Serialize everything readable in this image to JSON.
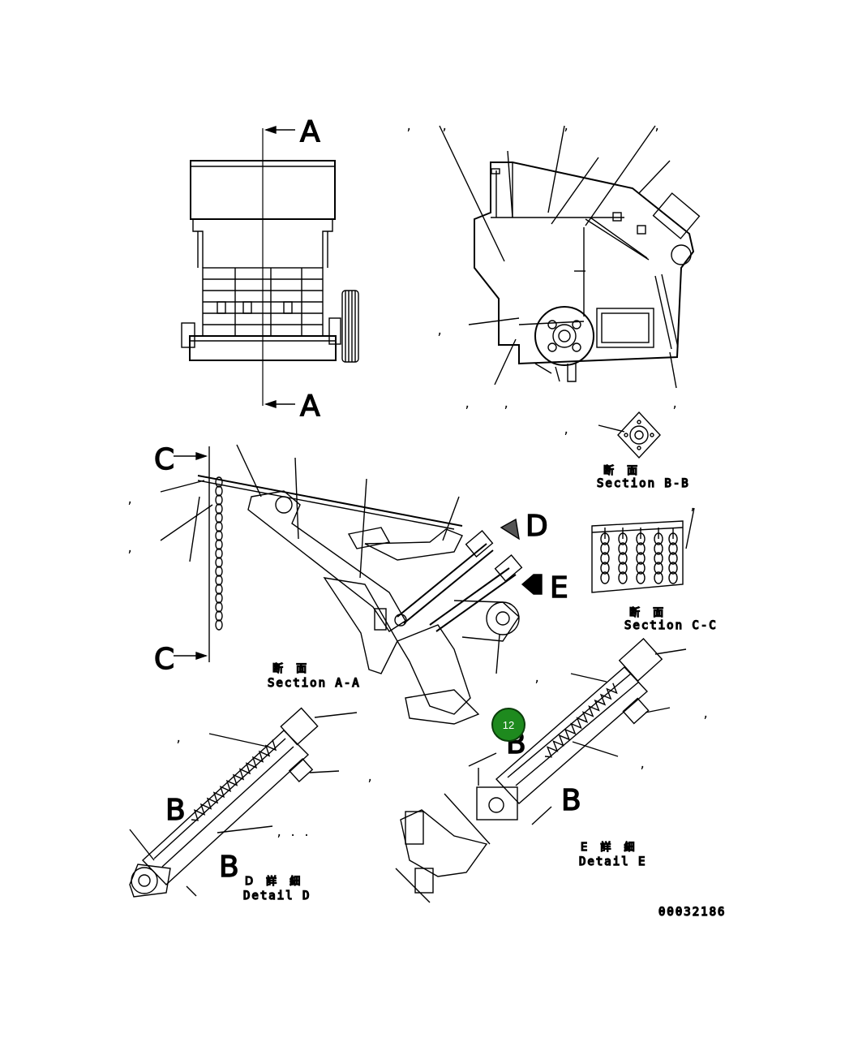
{
  "section_markers": {
    "a_top": "A",
    "a_bottom": "A",
    "c_top": "C",
    "c_bottom": "C",
    "d": "D",
    "e": "E",
    "b_d1": "B",
    "b_d2": "B",
    "b_e1": "B",
    "b_e2": "B"
  },
  "captions": {
    "section_bb_jp": "断 面",
    "section_bb_en": "Section B-B",
    "section_cc_jp": "断 面",
    "section_cc_en": "Section C-C",
    "section_aa_jp": "断 面",
    "section_aa_en": "Section A-A",
    "detail_d_jp": "D 詳 細",
    "detail_d_en": "Detail D",
    "detail_e_jp": "E 詳 細",
    "detail_e_en": "Detail E"
  },
  "callout_badge": {
    "label": "12",
    "color": "#1e8a1e"
  },
  "drawing_number": "00032186",
  "callout_marks": [
    ",",
    ",",
    ",",
    ",",
    ",",
    ",",
    ",",
    ",",
    ",",
    ",",
    ",",
    ",",
    ",",
    ",",
    ",",
    ",",
    ",",
    ", . ."
  ]
}
